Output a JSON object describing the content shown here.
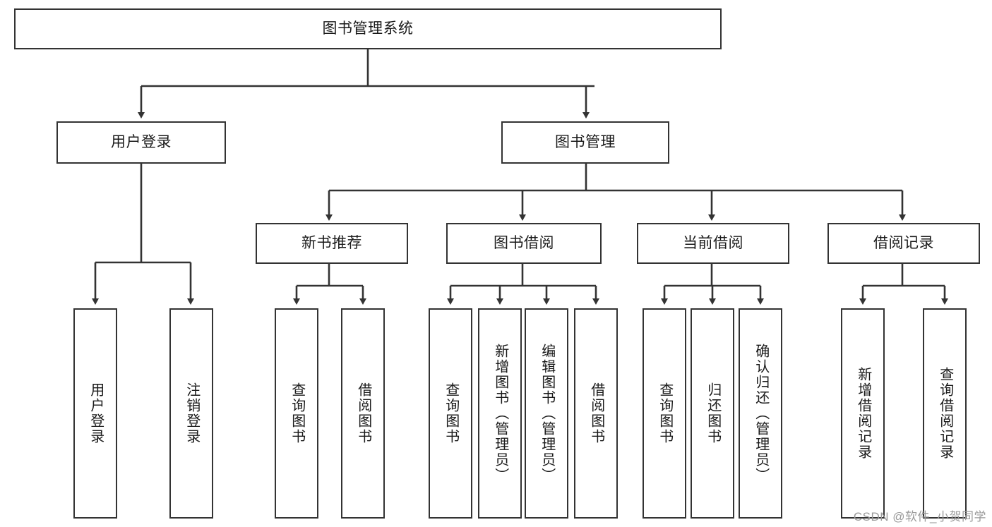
{
  "diagram": {
    "title": "图书管理系统",
    "type": "tree-hierarchy-chart",
    "root": {
      "id": "root",
      "label": "图书管理系统"
    },
    "level2": [
      {
        "id": "user-login",
        "label": "用户登录"
      },
      {
        "id": "book-manage",
        "label": "图书管理"
      }
    ],
    "level3": [
      {
        "id": "new-book-rec",
        "label": "新书推荐",
        "parent": "book-manage"
      },
      {
        "id": "book-borrow",
        "label": "图书借阅",
        "parent": "book-manage"
      },
      {
        "id": "current-borrow",
        "label": "当前借阅",
        "parent": "book-manage"
      },
      {
        "id": "borrow-record",
        "label": "借阅记录",
        "parent": "book-manage"
      }
    ],
    "leaves": {
      "user_login": [
        {
          "id": "leaf-user-login",
          "label": "用户登录"
        },
        {
          "id": "leaf-logout",
          "label": "注销登录"
        }
      ],
      "new_book_rec": [
        {
          "id": "leaf-query-book-1",
          "label": "查询图书"
        },
        {
          "id": "leaf-borrow-book-1",
          "label": "借阅图书"
        }
      ],
      "book_borrow": [
        {
          "id": "leaf-query-book-2",
          "label": "查询图书"
        },
        {
          "id": "leaf-add-book",
          "label": "新增图书（管理员）"
        },
        {
          "id": "leaf-edit-book",
          "label": "编辑图书（管理员）"
        },
        {
          "id": "leaf-borrow-book-2",
          "label": "借阅图书"
        }
      ],
      "current_borrow": [
        {
          "id": "leaf-query-book-3",
          "label": "查询图书"
        },
        {
          "id": "leaf-return-book",
          "label": "归还图书"
        },
        {
          "id": "leaf-confirm-return",
          "label": "确认归还（管理员）"
        }
      ],
      "borrow_record": [
        {
          "id": "leaf-add-record",
          "label": "新增借阅记录"
        },
        {
          "id": "leaf-query-record",
          "label": "查询借阅记录"
        }
      ]
    }
  },
  "watermark": {
    "text": "CSDN @软件_小贺同学"
  },
  "colors": {
    "stroke": "#333333",
    "fill": "#ffffff",
    "text": "#1a1a1a",
    "watermark": "#9a9a9a"
  }
}
